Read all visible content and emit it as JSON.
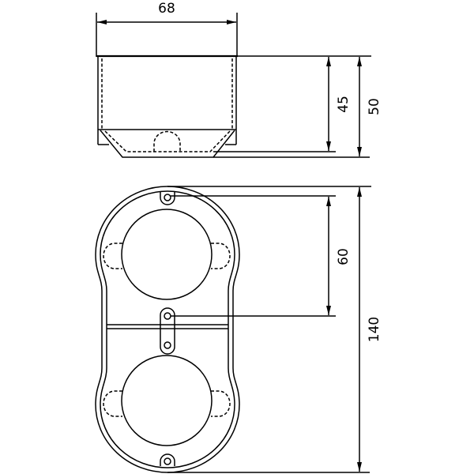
{
  "dimensions": {
    "width": "68",
    "inner_depth": "45",
    "total_depth": "50",
    "hole_spacing": "60",
    "total_length": "140"
  }
}
